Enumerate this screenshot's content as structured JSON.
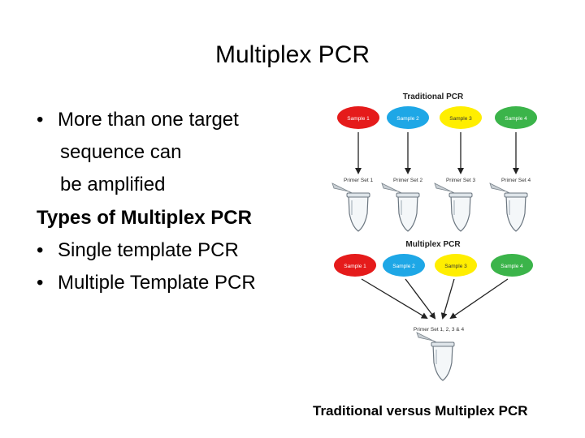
{
  "slide": {
    "title": "Multiplex PCR",
    "bullets": {
      "b1_line1": "More than one target",
      "b1_line2": "sequence can",
      "b1_line3": "be amplified",
      "types_heading": "Types of Multiplex PCR",
      "b2": "Single template PCR",
      "b3": "Multiple Template PCR"
    },
    "bullet_char": "•",
    "caption": "Traditional versus Multiplex PCR"
  },
  "diagram": {
    "traditional_title": "Traditional PCR",
    "multiplex_title": "Multiplex PCR",
    "samples": [
      {
        "label": "Sample 1",
        "color": "#e51b1b"
      },
      {
        "label": "Sample 2",
        "color": "#1ea7e6"
      },
      {
        "label": "Sample 3",
        "color": "#ffee00"
      },
      {
        "label": "Sample 4",
        "color": "#3bb44a"
      }
    ],
    "primer_sets": [
      "Primer Set 1",
      "Primer Set 2",
      "Primer Set 3",
      "Primer Set 4"
    ],
    "combined_primer": "Primer Set 1, 2, 3 & 4"
  }
}
